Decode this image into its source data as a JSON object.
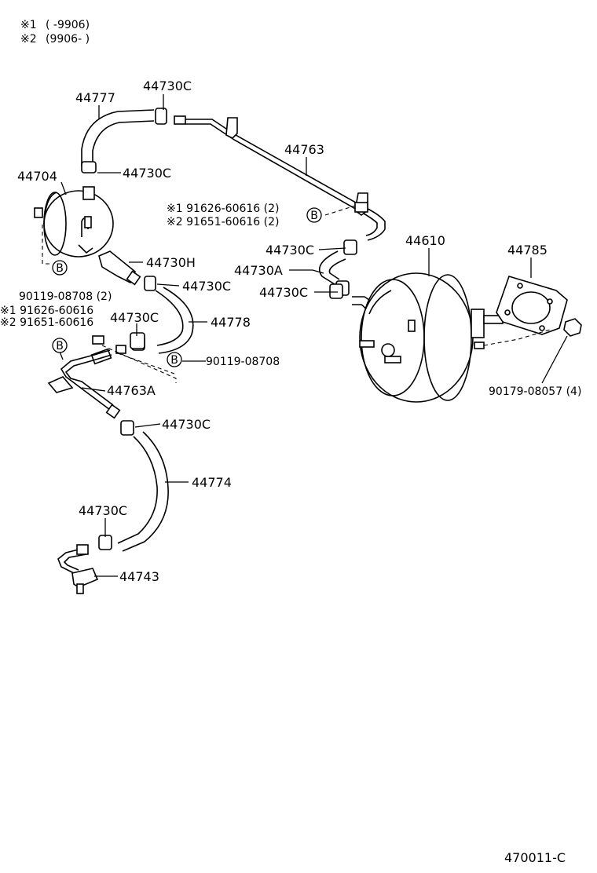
{
  "legend": {
    "note1_mark": "※1",
    "note1_range": "(      -9906)",
    "note2_mark": "※2",
    "note2_range": "(9906-       )"
  },
  "parts": {
    "p44777": "44777",
    "p44730c_top": "44730C",
    "p44763": "44763",
    "p44704": "44704",
    "p44730c_2": "44730C",
    "bolt_note1": "※1 91626-60616 (2)",
    "bolt_note2": "※2 91651-60616 (2)",
    "p44610": "44610",
    "p44785": "44785",
    "p44730c_3": "44730C",
    "p44730a": "44730A",
    "p44730h": "44730H",
    "p44730c_4": "44730C",
    "p44730c_5": "44730C",
    "p90119_left": "90119-08708 (2)",
    "p44730c_6": "44730C",
    "p44778": "44778",
    "bolt2_note1": "※1 91626-60616",
    "bolt2_note2": "※2 91651-60616",
    "p90119_right": "90119-08708",
    "p90179": "90179-08057 (4)",
    "p44763a": "44763A",
    "p44730c_7": "44730C",
    "p44774": "44774",
    "p44730c_8": "44730C",
    "p44743": "44743",
    "circle_b": "B"
  },
  "figure_code": "470011-C"
}
